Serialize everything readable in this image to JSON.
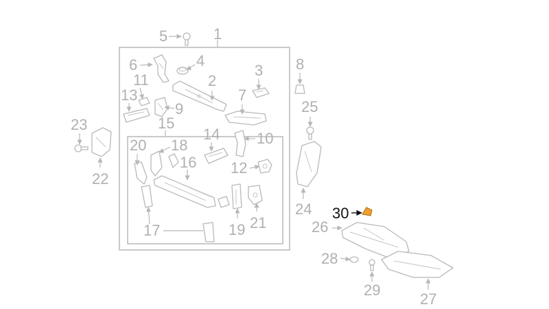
{
  "colors": {
    "line": "#b8b8b8",
    "label": "#b0b0b0",
    "highlight_label": "#111111",
    "highlight_part": "#f0a030"
  },
  "callouts": {
    "c1": "1",
    "c2": "2",
    "c3": "3",
    "c4": "4",
    "c5": "5",
    "c6": "6",
    "c7": "7",
    "c8": "8",
    "c9": "9",
    "c10": "10",
    "c11": "11",
    "c12": "12",
    "c13": "13",
    "c14": "14",
    "c15": "15",
    "c16": "16",
    "c17": "17",
    "c18": "18",
    "c19": "19",
    "c20": "20",
    "c21": "21",
    "c22": "22",
    "c23": "23",
    "c24": "24",
    "c25": "25",
    "c26": "26",
    "c27": "27",
    "c28": "28",
    "c29": "29",
    "c30": "30"
  }
}
